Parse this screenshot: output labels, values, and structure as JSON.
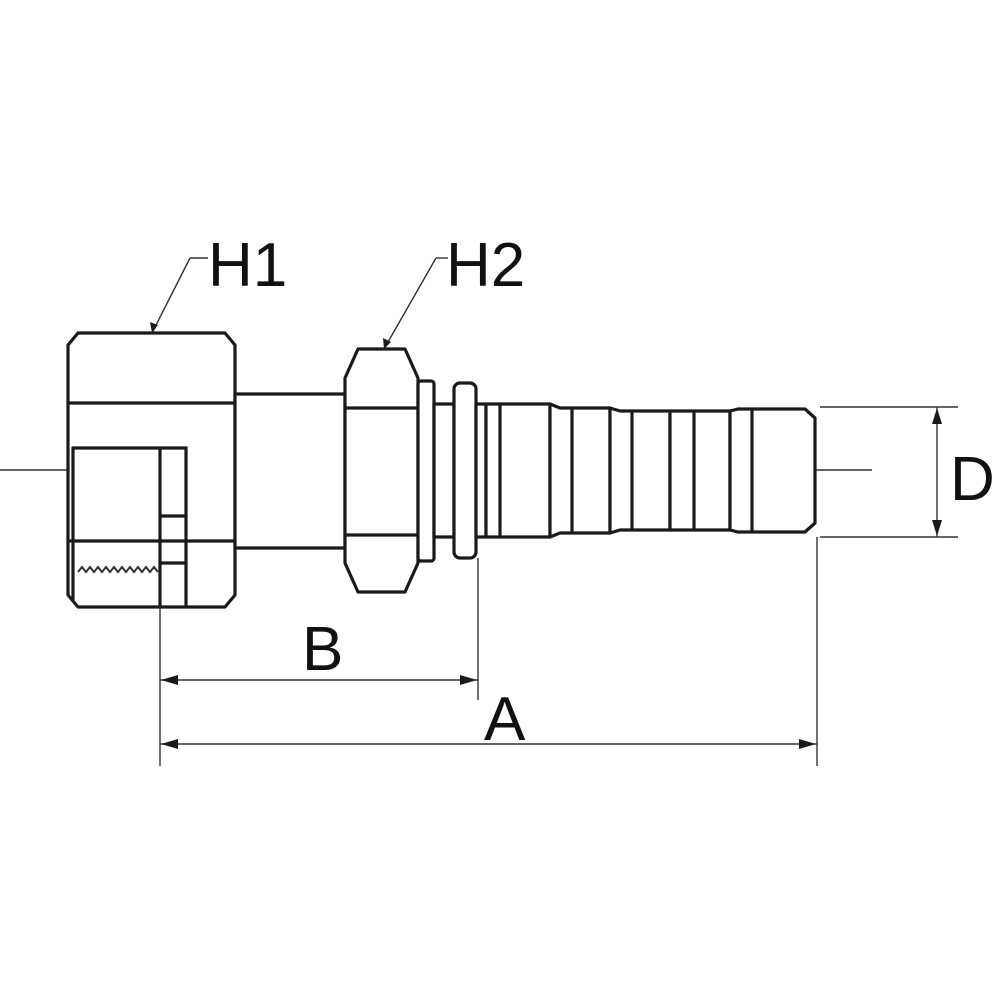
{
  "labels": {
    "h1": "H1",
    "h2": "H2",
    "d": "D",
    "b": "B",
    "a": "A"
  },
  "colors": {
    "line": "#1a1a1a",
    "background": "#ffffff"
  }
}
